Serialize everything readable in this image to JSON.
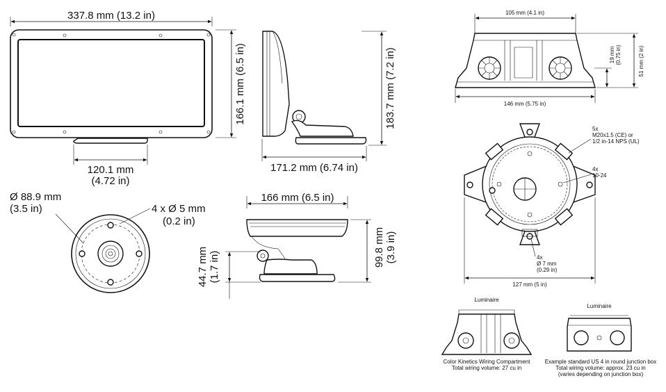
{
  "display_front": {
    "width_label": "337.8 mm (13.2 in)",
    "height_label": "166.1 mm (6.5 in)",
    "base_width_mm": "120.1 mm",
    "base_width_in": "(4.72 in)"
  },
  "display_side": {
    "height_label": "183.7 mm (7.2 in)",
    "depth_label": "171.2 mm (6.74 in)"
  },
  "base_bottom": {
    "diameter_mm": "Ø 88.9 mm",
    "diameter_in": "(3.5 in)",
    "holes_mm": "4 x Ø 5 mm",
    "holes_in": "(0.2 in)"
  },
  "display_top": {
    "width_label": "166 mm (6.5 in)",
    "base_height_mm": "44.7 mm",
    "base_height_in": "(1.7 in)",
    "total_height_mm": "99.8 mm",
    "total_height_in": "(3.9 in)"
  },
  "junction_side": {
    "top_width": "105 mm (4.1 in)",
    "bottom_width": "146 mm (5.75 in)",
    "height_a": "19 mm",
    "height_a_in": "(0.75 in)",
    "height_b": "51 mm (2 in)"
  },
  "junction_top": {
    "conduit_count": "5x",
    "conduit_ce": "M20x1.5 (CE) or",
    "conduit_ul": "1/2 in-14 NPS (UL)",
    "screw_count": "4x",
    "screw_size": "10-24",
    "hole_count": "4x",
    "hole_mm": "Ø 7 mm",
    "hole_in": "(0.29 in)",
    "width": "127 mm (5 in)"
  },
  "compare_left": {
    "label": "Luminaire",
    "caption_1": "Color Kinetics Wiring Compartment",
    "caption_2": "Total wiring volume: 27 cu in"
  },
  "compare_right": {
    "label": "Luminaire",
    "caption_1": "Example standard US 4 in round junction box",
    "caption_2": "Total wiring volume: approx. 23 cu in",
    "caption_3": "(varies depending on junction box)"
  }
}
